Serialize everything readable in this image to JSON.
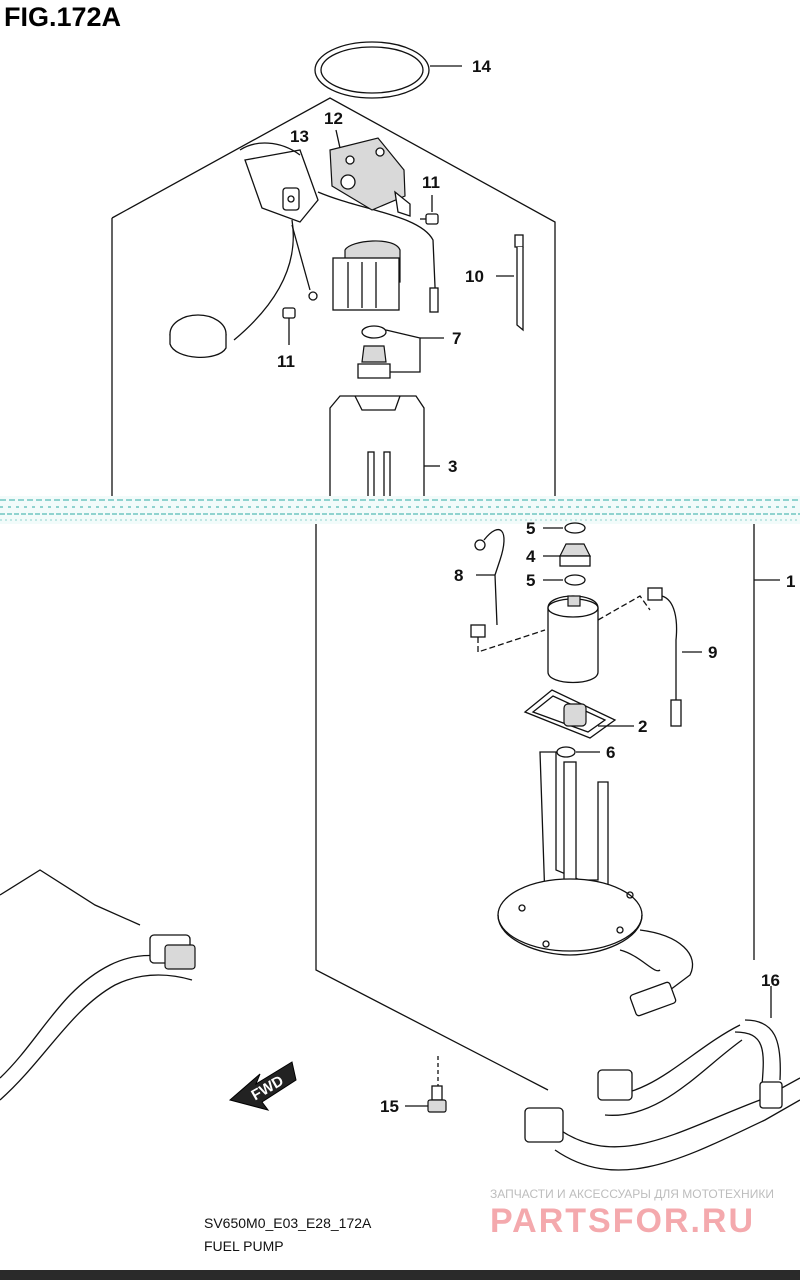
{
  "figure": {
    "title": "FIG.172A",
    "code": "SV650M0_E03_E28_172A",
    "name": "FUEL PUMP"
  },
  "callouts": [
    {
      "id": "14",
      "part": "o-ring-large"
    },
    {
      "id": "13",
      "part": "fuel-level-gauge"
    },
    {
      "id": "12",
      "part": "gauge-plate"
    },
    {
      "id": "11",
      "part": "screw-upper"
    },
    {
      "id": "10",
      "part": "clamp-band"
    },
    {
      "id": "7",
      "part": "regulator-and-o-ring"
    },
    {
      "id": "11",
      "part": "screw-lower"
    },
    {
      "id": "3",
      "part": "pump-case"
    },
    {
      "id": "5",
      "part": "o-ring-upper"
    },
    {
      "id": "4",
      "part": "pump-cap"
    },
    {
      "id": "5",
      "part": "o-ring-lower"
    },
    {
      "id": "8",
      "part": "lead-wire-8"
    },
    {
      "id": "1",
      "part": "fuel-pump-assy"
    },
    {
      "id": "9",
      "part": "lead-wire-9"
    },
    {
      "id": "2",
      "part": "filter"
    },
    {
      "id": "6",
      "part": "o-ring-small"
    },
    {
      "id": "16",
      "part": "fuel-hose"
    },
    {
      "id": "15",
      "part": "bolt"
    }
  ],
  "direction_arrow": "FWD",
  "watermark": {
    "line1": "ЗАПЧАСТИ И АКСЕССУАРЫ ДЛЯ МОТОТЕХНИКИ",
    "line2": "PARTSFOR.RU"
  },
  "colors": {
    "line": "#111111",
    "scan_band": "#8fd3cf",
    "watermark_text": "#f4a9ad"
  }
}
